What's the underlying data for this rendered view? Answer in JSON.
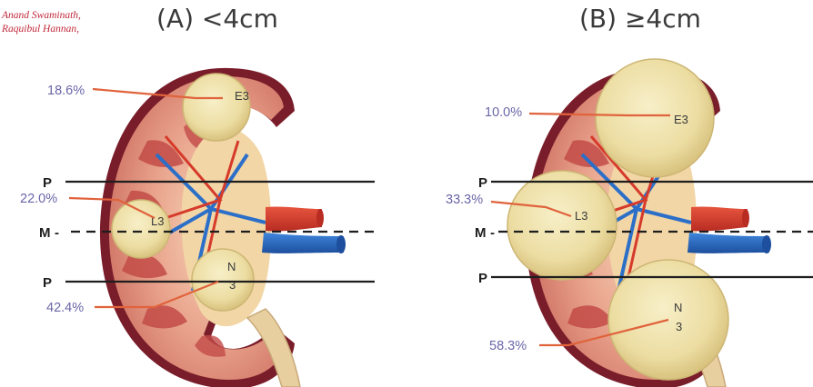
{
  "authors": [
    "Anand Swaminath,",
    "Raquibul Hannan,"
  ],
  "panels": [
    {
      "title": "(A) <4cm",
      "planes": {
        "upper_pole": "P",
        "middle": "M",
        "lower_pole": "P"
      },
      "tumors": [
        {
          "label": "E3",
          "pct": "18.6%"
        },
        {
          "label": "L3",
          "pct": "22.0%"
        },
        {
          "label": "N\n3",
          "pct": "42.4%"
        }
      ]
    },
    {
      "title": "(B) ≥4cm",
      "planes": {
        "upper_pole": "P",
        "middle": "M",
        "lower_pole": "P"
      },
      "tumors": [
        {
          "label": "E3",
          "pct": "10.0%"
        },
        {
          "label": "L3",
          "pct": "33.3%"
        },
        {
          "label": "N\n3",
          "pct": "58.3%"
        }
      ]
    }
  ],
  "colors": {
    "leader_line": "#e0633c",
    "percent_text": "#6b66a8",
    "tumor_fill": "#efe3ad",
    "kidney_capsule": "#7a1d2a",
    "artery": "#d63a2a",
    "vein": "#2c6fc8",
    "ureter": "#e8cfa0"
  }
}
